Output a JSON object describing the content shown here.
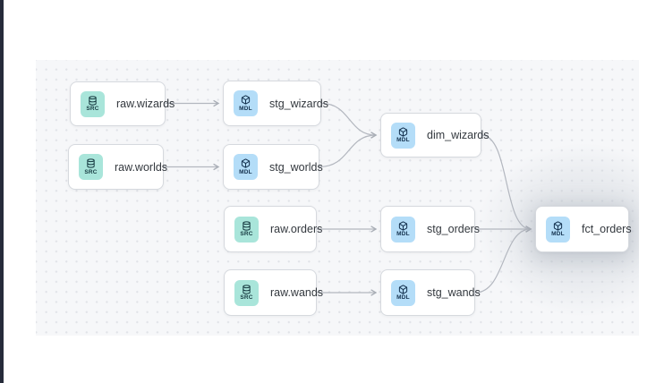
{
  "diagram": {
    "kind": "data-lineage-dag",
    "nodes": [
      {
        "id": "raw.wizards",
        "label": "raw.wizards",
        "badge": "SRC",
        "type": "source"
      },
      {
        "id": "raw.worlds",
        "label": "raw.worlds",
        "badge": "SRC",
        "type": "source"
      },
      {
        "id": "raw.orders",
        "label": "raw.orders",
        "badge": "SRC",
        "type": "source"
      },
      {
        "id": "raw.wands",
        "label": "raw.wands",
        "badge": "SRC",
        "type": "source"
      },
      {
        "id": "stg_wizards",
        "label": "stg_wizards",
        "badge": "MDL",
        "type": "model"
      },
      {
        "id": "stg_worlds",
        "label": "stg_worlds",
        "badge": "MDL",
        "type": "model"
      },
      {
        "id": "stg_orders",
        "label": "stg_orders",
        "badge": "MDL",
        "type": "model"
      },
      {
        "id": "stg_wands",
        "label": "stg_wands",
        "badge": "MDL",
        "type": "model"
      },
      {
        "id": "dim_wizards",
        "label": "dim_wizards",
        "badge": "MDL",
        "type": "model"
      },
      {
        "id": "fct_orders",
        "label": "fct_orders",
        "badge": "MDL",
        "type": "model",
        "highlighted": true
      }
    ],
    "edges": [
      {
        "from": "raw.wizards",
        "to": "stg_wizards"
      },
      {
        "from": "raw.worlds",
        "to": "stg_worlds"
      },
      {
        "from": "raw.orders",
        "to": "stg_orders"
      },
      {
        "from": "raw.wands",
        "to": "stg_wands"
      },
      {
        "from": "stg_wizards",
        "to": "dim_wizards"
      },
      {
        "from": "stg_worlds",
        "to": "dim_wizards"
      },
      {
        "from": "dim_wizards",
        "to": "fct_orders"
      },
      {
        "from": "stg_orders",
        "to": "fct_orders"
      },
      {
        "from": "stg_wands",
        "to": "fct_orders"
      }
    ],
    "colors": {
      "source_badge_bg": "#a9e5da",
      "model_badge_bg": "#b4ddf8",
      "badge_text": "#15383f",
      "node_border": "#d6d9de",
      "edge": "#b3b7bf",
      "canvas_bg": "#f6f7f9",
      "canvas_dot": "#e1e3e8",
      "left_rail": "#262b3a"
    }
  }
}
